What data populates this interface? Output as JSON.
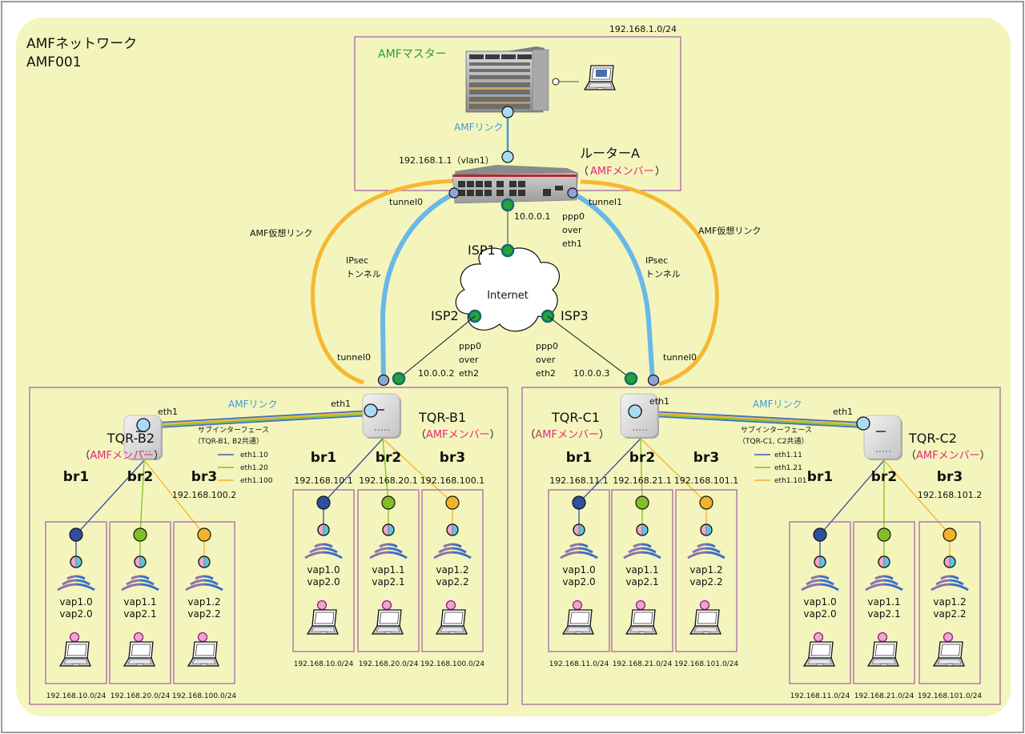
{
  "network": {
    "title": "AMFネットワーク",
    "name": "AMF001"
  },
  "colors": {
    "background_zone": "#f4f5bd",
    "box_border": "#a05aa5",
    "amf_link": "#68b8e8",
    "virtual_link": "#f7b731",
    "br1": "#2f4f9f",
    "br2": "#82be28",
    "br3": "#f2b22a",
    "isp_node": "#2aa03a",
    "tunnel_node": "#8fa4d6",
    "member_text": "#e4297a",
    "master_text": "#2a9a3a"
  },
  "master": {
    "label": "AMFマスター",
    "subnet": "192.168.1.0/24",
    "link_label": "AMFリンク"
  },
  "router_a": {
    "name": "ルーターA",
    "role_open": "（",
    "role": "AMFメンバー",
    "role_close": "）",
    "vlan_ip": "192.168.1.1（vlan1）",
    "wan_ip": "10.0.0.1",
    "ppp_lines": [
      "ppp0",
      "over",
      "eth1"
    ],
    "tunnel_left": "tunnel0",
    "tunnel_right": "tunnel1"
  },
  "internet": {
    "label": "Internet",
    "isp1": "ISP1",
    "isp2": "ISP2",
    "isp3": "ISP3"
  },
  "virtual_link_label": "AMF仮想リンク",
  "ipsec_lines": [
    "IPsec",
    "トンネル"
  ],
  "site_b": {
    "main": {
      "name": "TQR-B1",
      "role": "AMFメンバー",
      "wan_ip": "10.0.0.2",
      "ppp_lines": [
        "ppp0",
        "over",
        "eth2"
      ],
      "tunnel": "tunnel0",
      "eth": "eth1",
      "bridges": [
        {
          "name": "br1",
          "ip": "192.168.10.1",
          "subnet": "192.168.10.0/24",
          "vaps": [
            "vap1.0",
            "vap2.0"
          ]
        },
        {
          "name": "br2",
          "ip": "192.168.20.1",
          "subnet": "192.168.20.0/24",
          "vaps": [
            "vap1.1",
            "vap2.1"
          ]
        },
        {
          "name": "br3",
          "ip": "192.168.100.1",
          "subnet": "192.168.100.0/24",
          "vaps": [
            "vap1.2",
            "vap2.2"
          ]
        }
      ]
    },
    "sub": {
      "name": "TQR-B2",
      "role": "AMFメンバー",
      "eth": "eth1",
      "bridges": [
        {
          "name": "br1",
          "ip": "",
          "subnet": "192.168.10.0/24",
          "vaps": [
            "vap1.0",
            "vap2.0"
          ]
        },
        {
          "name": "br2",
          "ip": "",
          "subnet": "192.168.20.0/24",
          "vaps": [
            "vap1.1",
            "vap2.1"
          ]
        },
        {
          "name": "br3",
          "ip": "192.168.100.2",
          "subnet": "192.168.100.0/24",
          "vaps": [
            "vap1.2",
            "vap2.2"
          ]
        }
      ]
    },
    "link_label": "AMFリンク",
    "legend": {
      "title": "サブインターフェース",
      "note": "（TQR-B1, B2共通）",
      "items": [
        "eth1.10",
        "eth1.20",
        "eth1.100"
      ]
    }
  },
  "site_c": {
    "main": {
      "name": "TQR-C1",
      "role": "AMFメンバー",
      "wan_ip": "10.0.0.3",
      "ppp_lines": [
        "ppp0",
        "over",
        "eth2"
      ],
      "tunnel": "tunnel0",
      "eth": "eth1",
      "bridges": [
        {
          "name": "br1",
          "ip": "192.168.11.1",
          "subnet": "192.168.11.0/24",
          "vaps": [
            "vap1.0",
            "vap2.0"
          ]
        },
        {
          "name": "br2",
          "ip": "192.168.21.1",
          "subnet": "192.168.21.0/24",
          "vaps": [
            "vap1.1",
            "vap2.1"
          ]
        },
        {
          "name": "br3",
          "ip": "192.168.101.1",
          "subnet": "192.168.101.0/24",
          "vaps": [
            "vap1.2",
            "vap2.2"
          ]
        }
      ]
    },
    "sub": {
      "name": "TQR-C2",
      "role": "AMFメンバー",
      "eth": "eth1",
      "bridges": [
        {
          "name": "br1",
          "ip": "",
          "subnet": "192.168.11.0/24",
          "vaps": [
            "vap1.0",
            "vap2.0"
          ]
        },
        {
          "name": "br2",
          "ip": "",
          "subnet": "192.168.21.0/24",
          "vaps": [
            "vap1.1",
            "vap2.1"
          ]
        },
        {
          "name": "br3",
          "ip": "192.168.101.2",
          "subnet": "192.168.101.0/24",
          "vaps": [
            "vap1.2",
            "vap2.2"
          ]
        }
      ]
    },
    "link_label": "AMFリンク",
    "legend": {
      "title": "サブインターフェース",
      "note": "（TQR-C1, C2共通）",
      "items": [
        "eth1.11",
        "eth1.21",
        "eth1.101"
      ]
    }
  }
}
